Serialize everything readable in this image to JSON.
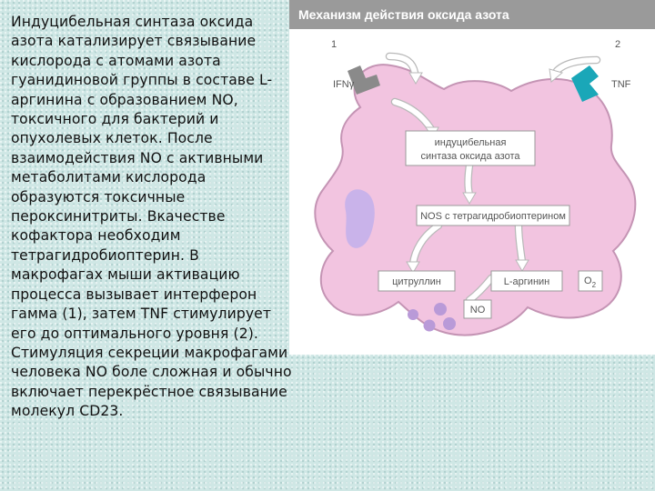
{
  "body_text": "Индуцибельная синтаза оксида азота катализирует связывание кислорода с атомами азота гуанидиновой группы в составе L-аргинина с образованием NO, токсичного для бактерий и опухолевых клеток. После взаимодействия NO с активными метаболитами кислорода образуются токсичные пероксинитриты. Вкачестве кофактора необходим тетрагидробиоптерин. В макрофагах мыши активацию процесса вызывает интерферон гамма (1), затем TNF стимулирует его до оптимального уровня (2). Стимуляция секреции макрофагами человека NO боле сложная и обычно включает перекрёстное связывание молекул CD23.",
  "figure": {
    "title": "Механизм действия оксида азота",
    "label_1": "1",
    "label_2": "2",
    "ifn_label": "IFNγ",
    "tnf_label": "TNF",
    "inos_line1": "индуцибельная",
    "inos_line2": "синтаза оксида азота",
    "nos_label": "NOS с тетрагидробиоптерином",
    "citrulline": "цитруллин",
    "arginine": "L-аргинин",
    "o2": "O",
    "o2_sub": "2",
    "no": "NO"
  },
  "colors": {
    "cell": "#f2c4e0",
    "cell_edge": "#c494b4",
    "nucleus": "#c9b3ea",
    "granule": "#b99ad8",
    "title_bar": "#9a9a9a",
    "receptor_ifn": "#8a8a8a",
    "receptor_tnf": "#1aa7b8"
  }
}
